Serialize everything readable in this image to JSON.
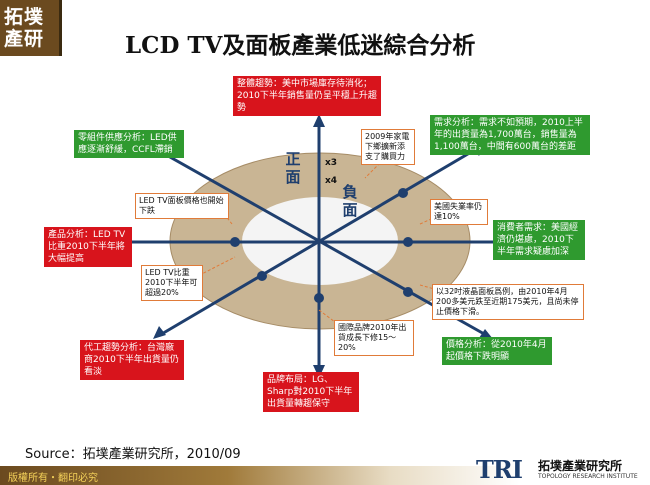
{
  "header": {
    "logo_text": "拓墣產研",
    "title": "LCD TV及面板產業低迷綜合分析"
  },
  "axis": {
    "positive_label": "正面",
    "negative_label": "負面",
    "mark_x3": "x3",
    "mark_x4": "x4"
  },
  "boxes": {
    "overall": "整體趨勢：美中市場庫存待消化；2010下半年銷售量仍呈平穩上升趨勢",
    "demand": "需求分析：需求不如預期，2010上半年的出貨量為1,700萬台，銷售量為1,100萬台，中間有600萬台的差距",
    "components": "零組件供應分析：LED供應逐漸舒緩，CCFL滯銷",
    "product": "產品分析：LED TV比重2010下半年將大幅提高",
    "consumer": "消費者需求：美國經濟仍堪慮，2010下半年需求疑慮加深",
    "oem": "代工趨勢分析：台灣廠商2010下半年出貨量仍看淡",
    "brand": "品牌布局：LG、Sharp對2010下半年出貨量轉趨保守",
    "price": "價格分析：從2010年4月起價格下跌明顯"
  },
  "notes": {
    "note_2009": "2009年家電下鄉擴新添支了購買力",
    "note_panel": "LED TV面板價格也開始下跌",
    "note_us": "美國失業率仍達10%",
    "note_led_share": "LED TV比重2010下半年可超過20%",
    "note_32in": "以32吋液晶面板爲例，由2010年4月200多美元跌至近期175美元，且尚未停止價格下滑。",
    "note_intl": "國際品牌2010年出貨成長下修15～20%"
  },
  "footer": {
    "source": "Source：拓墣產業研究所，2010/09",
    "copyright": "版權所有・翻印必究",
    "logo_letters": "TRI",
    "logo_cn": "拓墣產業研究所",
    "logo_en": "TOPOLOGY RESEARCH INSTITUTE"
  },
  "colors": {
    "red": "#d8141c",
    "green": "#2f9a2f",
    "axis_blue": "#1f3f6e",
    "ring": "#c9b594",
    "inner": "#f4f4f4"
  }
}
